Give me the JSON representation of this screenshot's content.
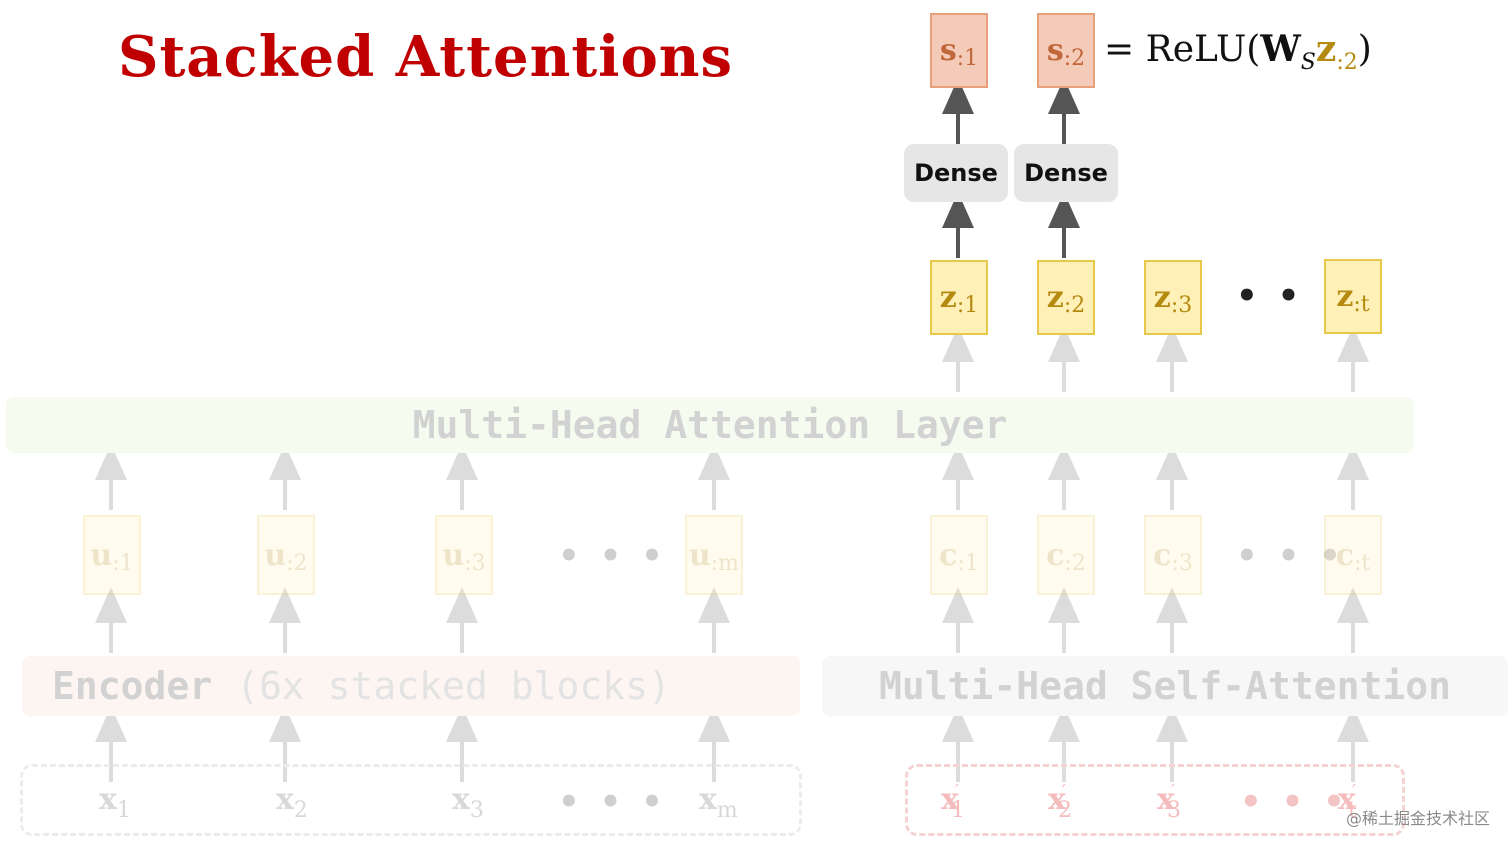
{
  "title": "Stacked Attentions",
  "formula": {
    "equals": "= ReLU(",
    "weight": "W",
    "weight_sub": "S",
    "z": "z",
    "z_sub": ":2",
    "close": ")"
  },
  "outputs": [
    {
      "label": "s",
      "sub": ":1"
    },
    {
      "label": "s",
      "sub": ":2"
    }
  ],
  "dense_label": "Dense",
  "z_boxes": [
    {
      "label": "z",
      "sub": ":1"
    },
    {
      "label": "z",
      "sub": ":2"
    },
    {
      "label": "z",
      "sub": ":3"
    },
    {
      "label": "z",
      "sub": ":t"
    }
  ],
  "ellipsis": "• • •",
  "mha_layer_label": "Multi-Head Attention Layer",
  "u_boxes": [
    {
      "label": "u",
      "sub": ":1"
    },
    {
      "label": "u",
      "sub": ":2"
    },
    {
      "label": "u",
      "sub": ":3"
    },
    {
      "label": "u",
      "sub": ":m"
    }
  ],
  "c_boxes": [
    {
      "label": "c",
      "sub": ":1"
    },
    {
      "label": "c",
      "sub": ":2"
    },
    {
      "label": "c",
      "sub": ":3"
    },
    {
      "label": "c",
      "sub": ":t"
    }
  ],
  "encoder_label": "Encoder",
  "encoder_note": "(6x stacked blocks)",
  "self_attention_label": "Multi-Head Self-Attention",
  "enc_inputs": [
    {
      "label": "x",
      "sub": "1"
    },
    {
      "label": "x",
      "sub": "2"
    },
    {
      "label": "x",
      "sub": "3"
    },
    {
      "label": "x",
      "sub": "m"
    }
  ],
  "dec_inputs": [
    {
      "label": "x",
      "sub": "1",
      "prime": "′"
    },
    {
      "label": "x",
      "sub": "2",
      "prime": "′"
    },
    {
      "label": "x",
      "sub": "3",
      "prime": "′"
    },
    {
      "label": "x",
      "sub": "t",
      "prime": "′"
    }
  ],
  "watermark": "@稀土掘金技术社区"
}
